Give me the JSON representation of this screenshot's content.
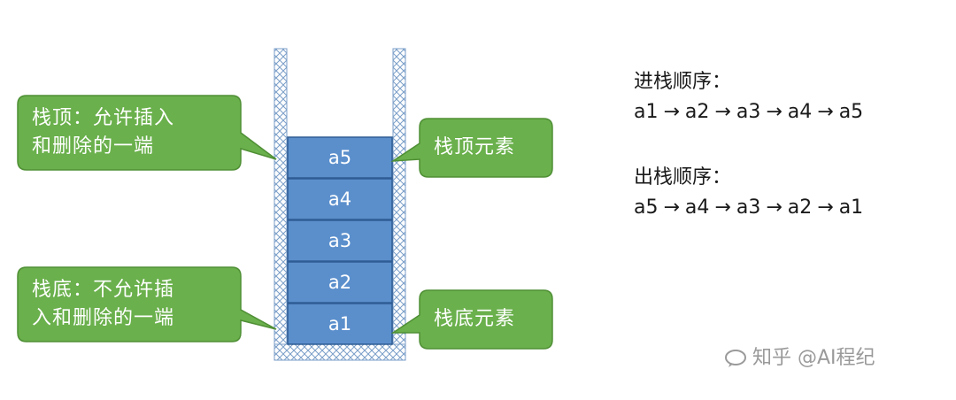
{
  "stack": {
    "elements": [
      "a5",
      "a4",
      "a3",
      "a2",
      "a1"
    ]
  },
  "callouts": {
    "top_desc": [
      "栈顶：允许插入",
      "和删除的一端"
    ],
    "bottom_desc": [
      "栈底：不允许插",
      "入和删除的一端"
    ],
    "top_elem": "栈顶元素",
    "bottom_elem": "栈底元素"
  },
  "push_order": {
    "title": "进栈顺序：",
    "sequence": [
      "a1",
      "a2",
      "a3",
      "a4",
      "a5"
    ]
  },
  "pop_order": {
    "title": "出栈顺序：",
    "sequence": [
      "a5",
      "a4",
      "a3",
      "a2",
      "a1"
    ]
  },
  "watermark": {
    "text": "知乎 @AI程纪"
  },
  "colors": {
    "callout_fill": "#6ab04c",
    "callout_stroke": "#4f8f35",
    "cell_fill": "#5b8fcc",
    "cell_stroke": "#2f5c94",
    "container_hatch": "#7a9ec8"
  }
}
